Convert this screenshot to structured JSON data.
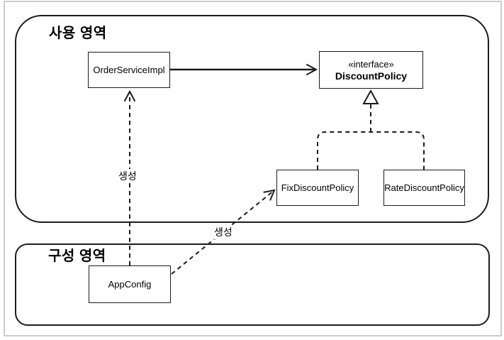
{
  "regions": {
    "usage": {
      "label": "사용 영역"
    },
    "config": {
      "label": "구성 영역"
    }
  },
  "nodes": {
    "order_service_impl": {
      "label": "OrderServiceImpl"
    },
    "discount_policy": {
      "stereotype": "«interface»",
      "label": "DiscountPolicy"
    },
    "fix_discount_policy": {
      "label": "FixDiscountPolicy"
    },
    "rate_discount_policy": {
      "label": "RateDiscountPolicy"
    },
    "app_config": {
      "label": "AppConfig"
    }
  },
  "edges": [
    {
      "from": "OrderServiceImpl",
      "to": "DiscountPolicy",
      "kind": "association",
      "style": "solid",
      "label": ""
    },
    {
      "from": "FixDiscountPolicy",
      "to": "DiscountPolicy",
      "kind": "realization",
      "style": "dashed",
      "label": ""
    },
    {
      "from": "RateDiscountPolicy",
      "to": "DiscountPolicy",
      "kind": "realization",
      "style": "dashed",
      "label": ""
    },
    {
      "from": "AppConfig",
      "to": "OrderServiceImpl",
      "kind": "dependency",
      "style": "dashed",
      "label": "생성"
    },
    {
      "from": "AppConfig",
      "to": "FixDiscountPolicy",
      "kind": "dependency",
      "style": "dashed",
      "label": "생성"
    }
  ],
  "colors": {
    "line": "#1c1c1c",
    "background": "#ffffff",
    "frame_border": "#cccccc"
  }
}
